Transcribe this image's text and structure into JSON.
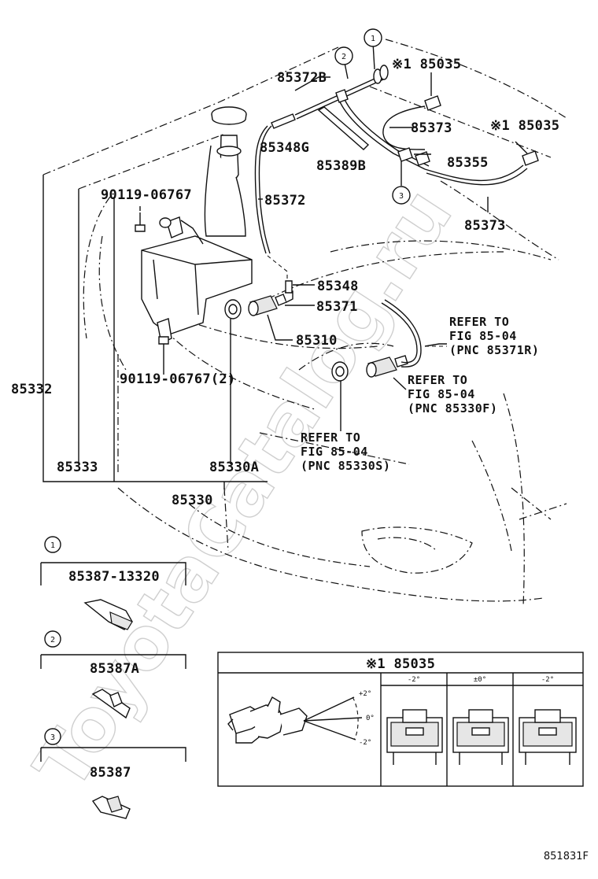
{
  "diagram_code": "851831F",
  "watermark": "ToyotaCatalog.ru",
  "callouts": {
    "c1": "1",
    "c2": "2",
    "c3": "3"
  },
  "part_numbers": {
    "p85372B": "85372B",
    "p85035_top": "※1 85035",
    "p85373_a": "85373",
    "p85035_right": "※1 85035",
    "p85348G": "85348G",
    "p85389B": "85389B",
    "p85355": "85355",
    "p90119_06767": "90119-06767",
    "p85372": "85372",
    "p85373_b": "85373",
    "p85348": "85348",
    "p85371": "85371",
    "p85310": "85310",
    "p90119_06767_2": "90119-06767(2)",
    "p85332": "85332",
    "p85333": "85333",
    "p85330A": "85330A",
    "p85330": "85330"
  },
  "references": {
    "r1": [
      "REFER TO",
      "FIG 85-04",
      "(PNC 85371R)"
    ],
    "r2": [
      "REFER TO",
      "FIG 85-04",
      "(PNC 85330F)"
    ],
    "r3": [
      "REFER TO",
      "FIG 85-04",
      "(PNC 85330S)"
    ]
  },
  "detail_parts": {
    "d1": "85387-13320",
    "d2": "85387A",
    "d3": "85387"
  },
  "angle_table": {
    "title": "※1 85035",
    "angles": {
      "up": "+2°",
      "mid": "0°",
      "down": "-2°"
    },
    "columns": [
      "-2°",
      "±0°",
      "-2°"
    ]
  }
}
